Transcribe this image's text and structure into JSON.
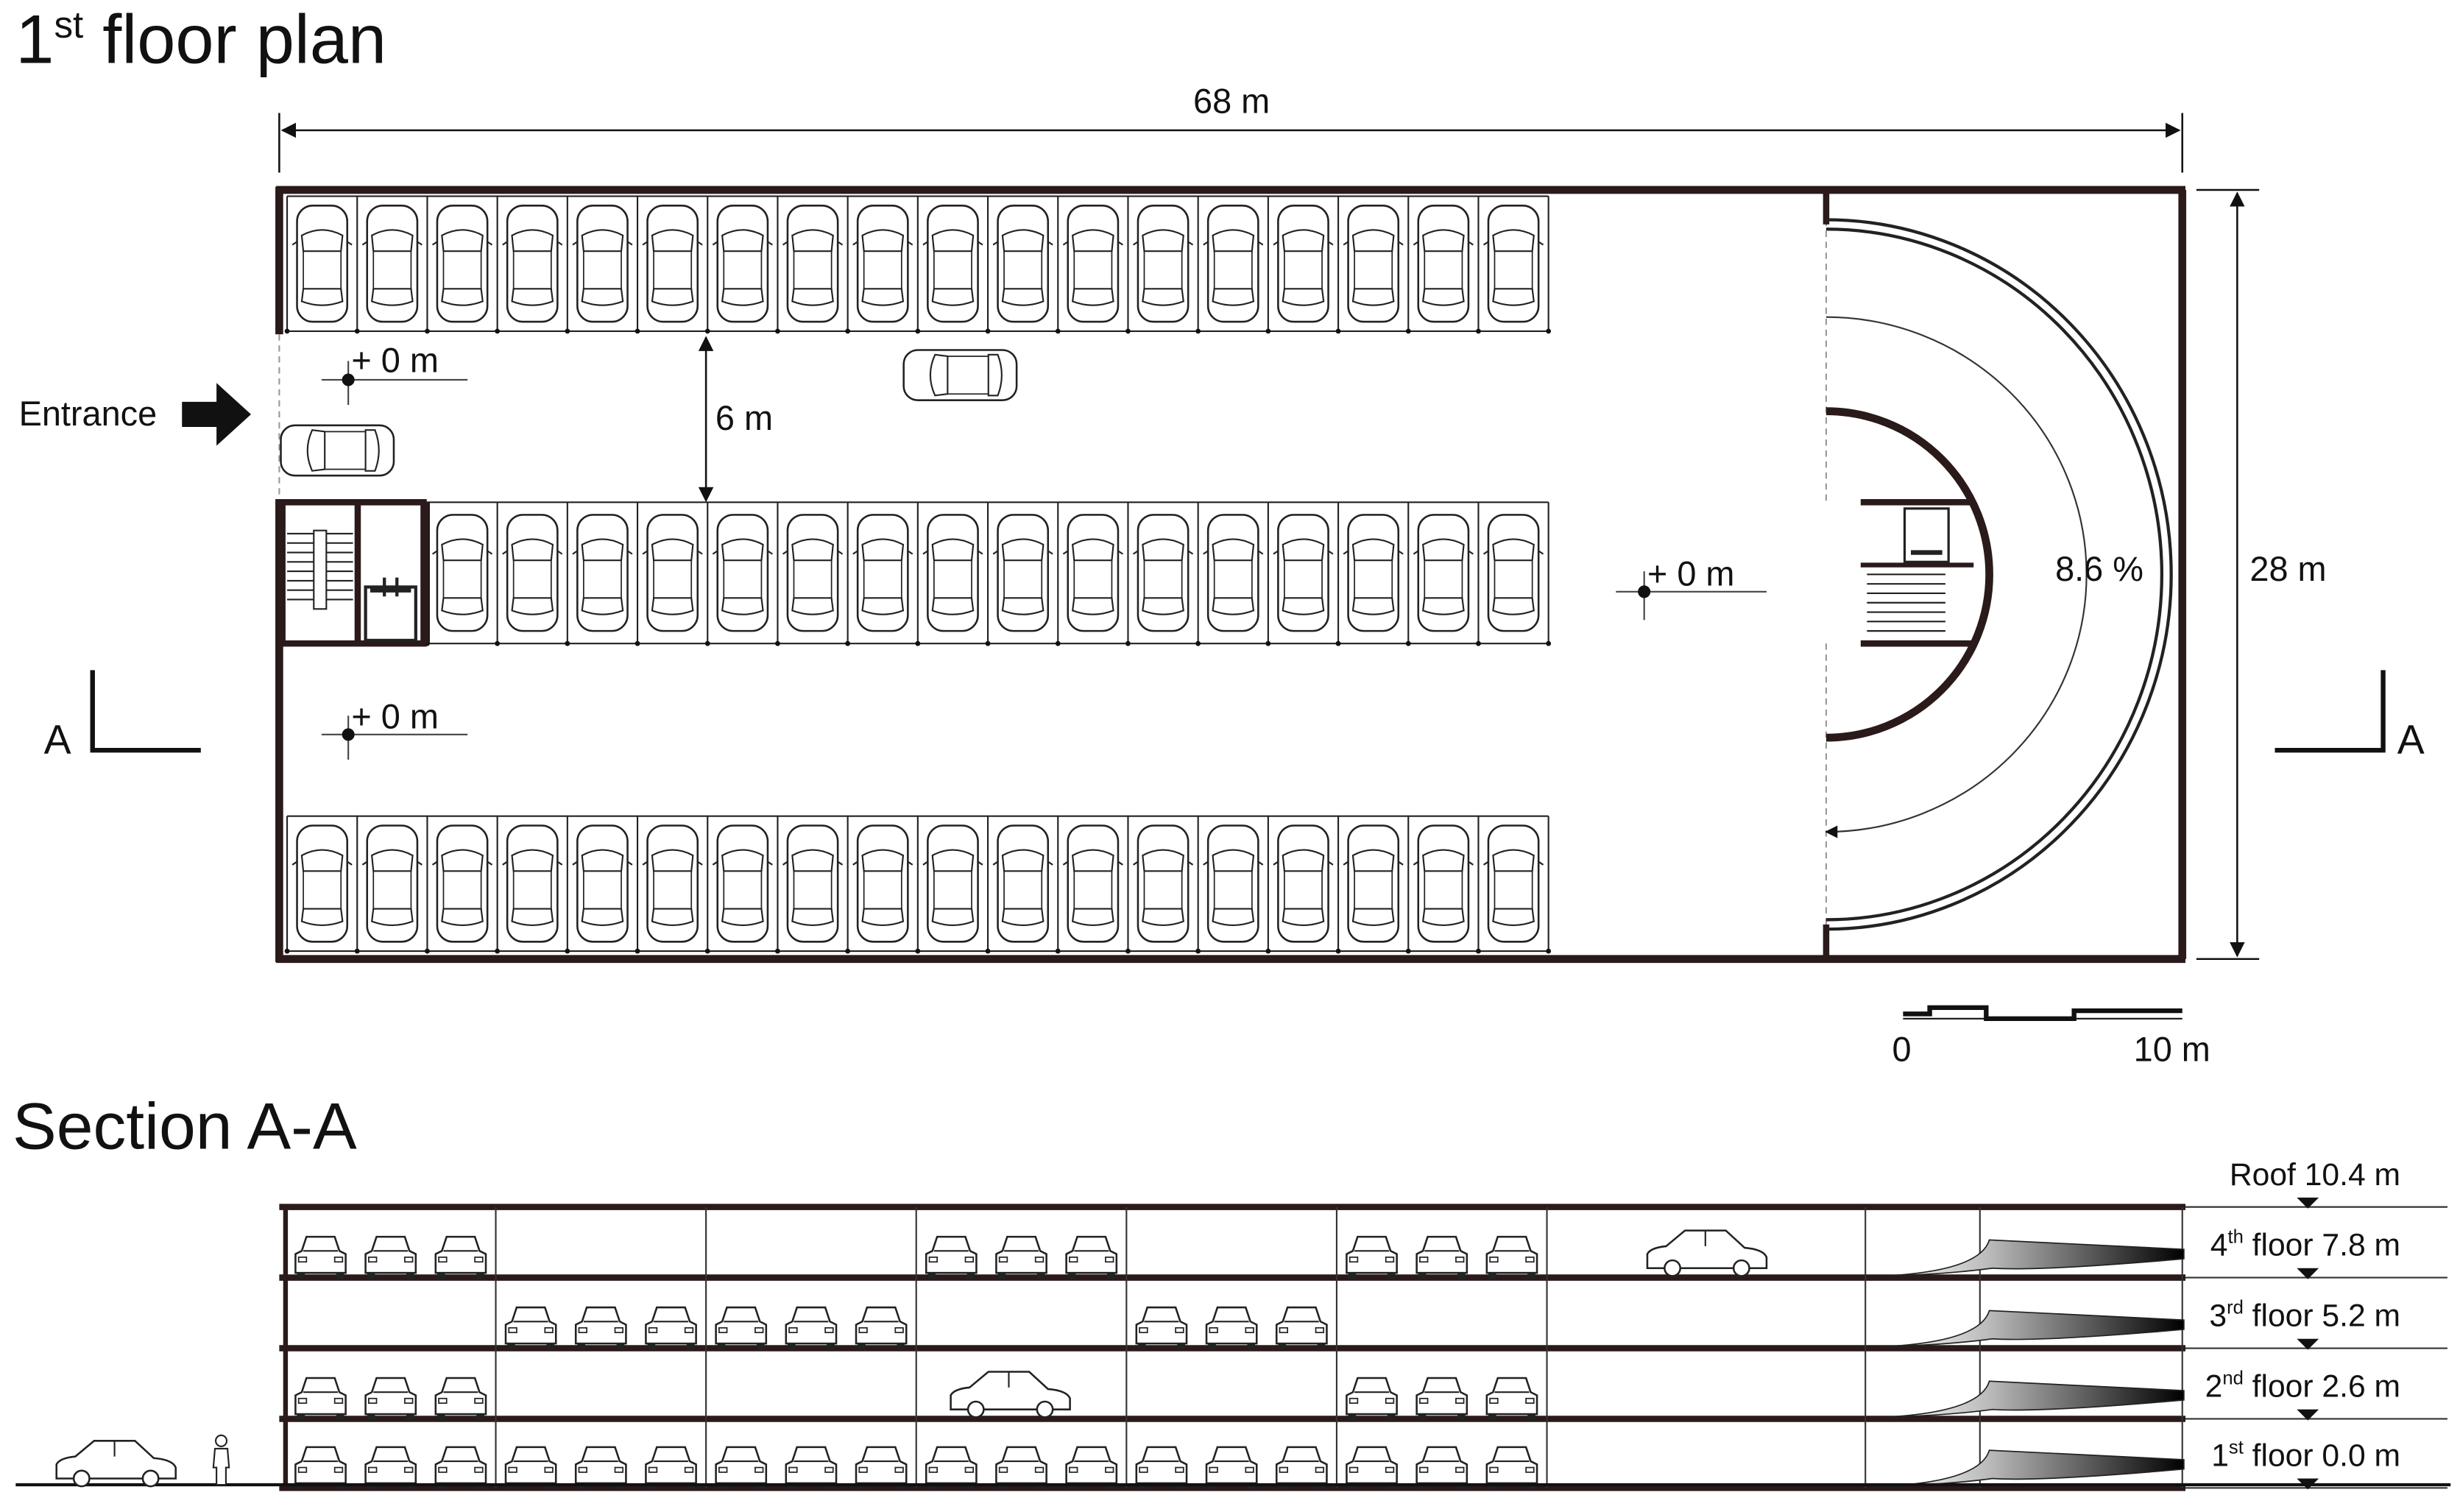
{
  "plan": {
    "title": "1",
    "title_sup": "st",
    "title_rest": " floor plan",
    "width_label": "68 m",
    "depth_label": "28 m",
    "aisle_label": "6 m",
    "entrance_label": "Entrance",
    "level_labels": [
      "+ 0 m",
      "+ 0 m",
      "+ 0 m"
    ],
    "ramp_slope": "8.6 %",
    "section_marker_left": "A",
    "section_marker_right": "A",
    "scale_start": "0",
    "scale_end": "10 m",
    "stalls_per_row": 18
  },
  "section": {
    "title": "Section A-A",
    "levels": [
      {
        "name": "Roof",
        "sup": "",
        "elev": "10.4 m"
      },
      {
        "name": "4",
        "sup": "th",
        "elev": "floor 7.8 m"
      },
      {
        "name": "3",
        "sup": "rd",
        "elev": "floor 5.2 m"
      },
      {
        "name": "2",
        "sup": "nd",
        "elev": "floor 2.6 m"
      },
      {
        "name": "1",
        "sup": "st",
        "elev": "floor 0.0 m"
      }
    ]
  }
}
